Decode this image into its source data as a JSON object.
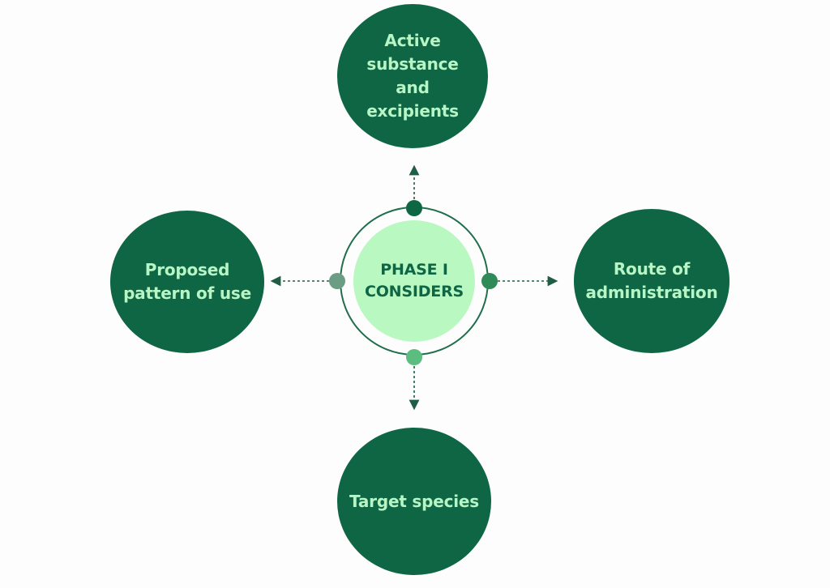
{
  "diagram": {
    "center": {
      "label": "PHASE I\nCONSIDERS"
    },
    "nodes": {
      "top": {
        "label": "Active\nsubstance\nand\nexcipients"
      },
      "left": {
        "label": "Proposed\npattern of use"
      },
      "right": {
        "label": "Route of\nadministration"
      },
      "bottom": {
        "label": "Target species"
      }
    },
    "colors": {
      "dark_green": "#0e6645",
      "medium_green": "#2e8a56",
      "grey_green": "#6a9d84",
      "light_green": "#b9f8c1",
      "node_text": "#b8f5c4",
      "dot_bottom": "#5bbd80",
      "ring": "#1f6e4c",
      "connector": "#1f5e45"
    }
  }
}
